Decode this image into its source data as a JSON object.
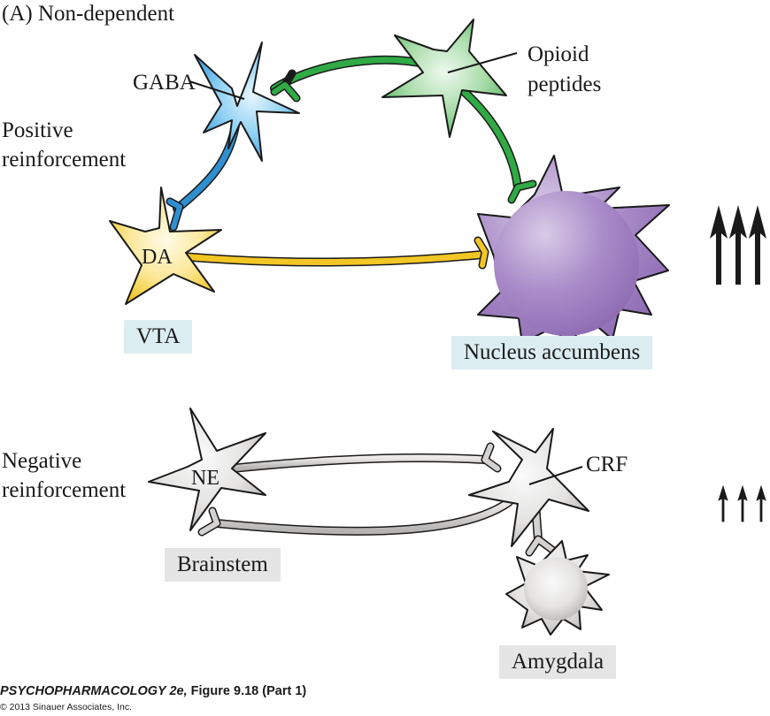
{
  "panel_title": "(A)  Non-dependent",
  "sections": {
    "positive": {
      "label_line1": "Positive",
      "label_line2": "reinforcement",
      "arrow_count": 3,
      "arrow_weight": "bold"
    },
    "negative": {
      "label_line1": "Negative",
      "label_line2": "reinforcement",
      "arrow_count": 3,
      "arrow_weight": "thin"
    }
  },
  "neurons": {
    "gaba": {
      "label": "GABA",
      "color": "#3a9fdc"
    },
    "opioid": {
      "label_line1": "Opioid",
      "label_line2": "peptides",
      "color": "#3fae4f"
    },
    "da": {
      "label": "DA",
      "color": "#f2c624"
    },
    "nac": {
      "color": "#9b7cbf"
    },
    "ne": {
      "label": "NE",
      "color": "#c9c7c5"
    },
    "crf": {
      "label": "CRF",
      "color": "#c9c7c5"
    },
    "amygdala_cell": {
      "color": "#c9c7c5"
    }
  },
  "regions": {
    "vta": "VTA",
    "nucleus_accumbens": "Nucleus accumbens",
    "brainstem": "Brainstem",
    "amygdala": "Amygdala"
  },
  "footer": {
    "book": "PSYCHOPHARMACOLOGY 2e,",
    "figure": " Figure 9.18 (Part 1)",
    "copyright": "© 2013 Sinauer Associates, Inc."
  }
}
